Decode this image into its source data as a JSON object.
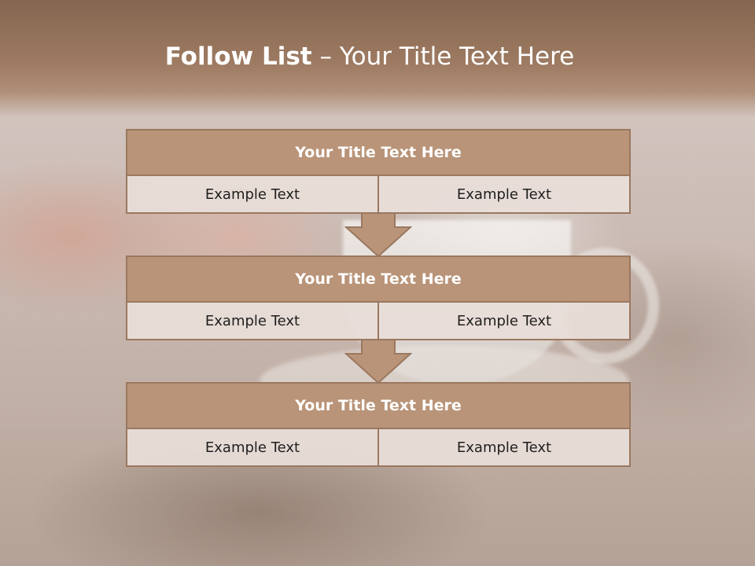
{
  "slide": {
    "title_bold": "Follow List",
    "title_rest": " – Your Title Text Here"
  },
  "blocks": [
    {
      "title": "Your Title Text Here",
      "cells": [
        "Example Text",
        "Example Text"
      ]
    },
    {
      "title": "Your Title Text Here",
      "cells": [
        "Example Text",
        "Example Text"
      ]
    },
    {
      "title": "Your Title Text Here",
      "cells": [
        "Example Text",
        "Example Text"
      ]
    }
  ],
  "colors": {
    "header": "#9e7b62",
    "block_title": "#b99478",
    "border": "#9a7860",
    "cell": "#e8ded8"
  },
  "icons": [
    "down-arrow-icon",
    "down-arrow-icon"
  ]
}
